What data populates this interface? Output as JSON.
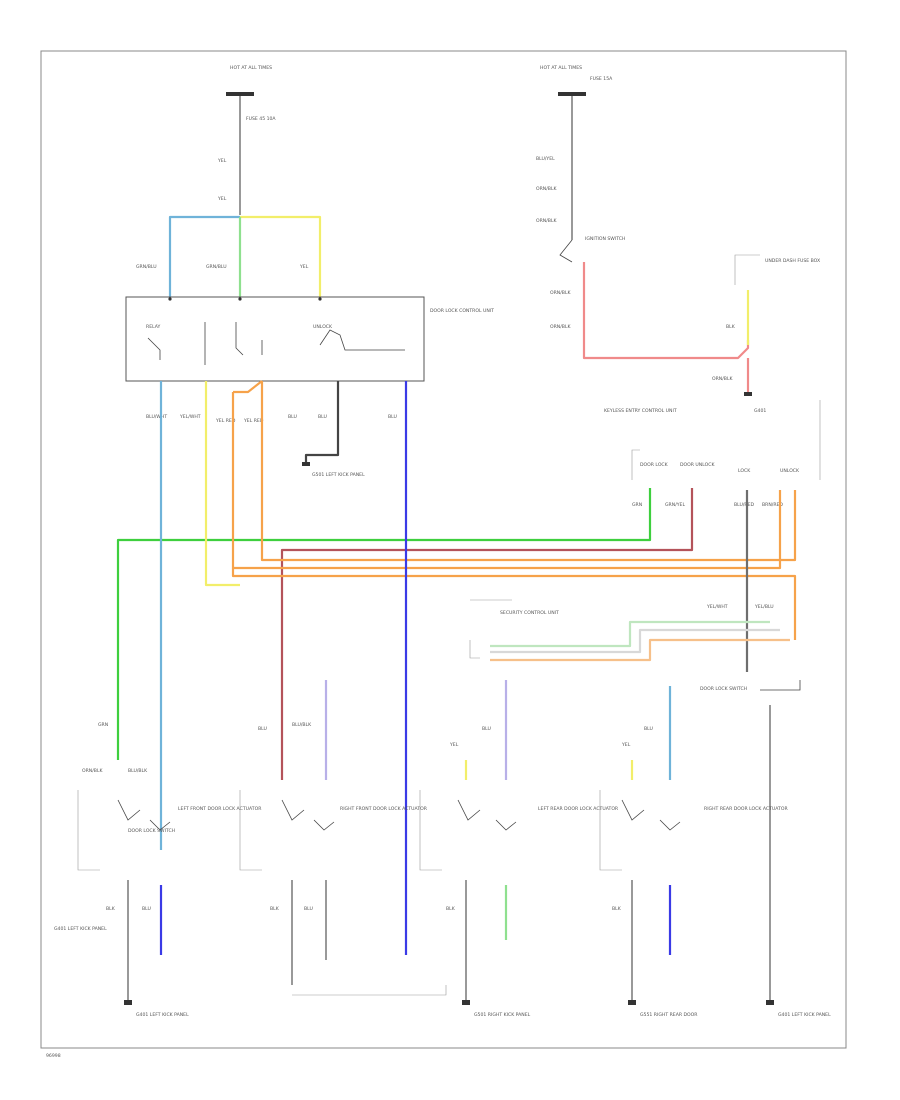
{
  "colors": {
    "blue": "#3a3ae6",
    "light_blue": "#6fb3d9",
    "yellow": "#f2ee6a",
    "green": "#3ecf3e",
    "orange": "#f6a24a",
    "red_brown": "#b4535a",
    "pink": "#f08a8a",
    "black": "#333333",
    "lavender": "#b8b0e8"
  },
  "labels": {
    "hot_left": "HOT AT ALL TIMES",
    "hot_right": "HOT AT ALL TIMES",
    "fuse_left": "FUSE 45 10A",
    "fuse_right": "FUSE 15A",
    "wire_yel_1": "YEL",
    "wire_yel_2": "YEL",
    "wire_grn_l": "GRN/BLU",
    "wire_grn_m": "GRN/BLU",
    "wire_yel_3": "YEL",
    "main_module": "DOOR LOCK CONTROL UNIT",
    "module_relay_l": "RELAY",
    "module_relay_r": "UNLOCK",
    "wire_blu_wht": "BLU/WHT",
    "wire_yel_wht": "YEL/WHT",
    "wire_yel_red": "YEL RED",
    "wire_yel_red2": "YEL RED",
    "wire_blu": "BLU",
    "wire_blu2": "BLU",
    "wire_blu3": "BLU",
    "ground_upper": "G501 LEFT KICK PANEL",
    "ignition_switch": "IGNITION SWITCH",
    "wire_blu_ylw": "BLU/YEL",
    "wire_orn_1": "ORN/BLK",
    "wire_orn_2": "ORN/BLK",
    "wire_orn_3": "ORN/BLK",
    "fuse_box": "UNDER DASH FUSE BOX",
    "wire_blk": "BLK",
    "wire_orn_4": "ORN/BLK",
    "ground_right": "G401",
    "keyless_unit": "KEYLESS ENTRY CONTROL UNIT",
    "term_door_lock": "DOOR LOCK",
    "term_door_unlock": "DOOR UNLOCK",
    "term_lock": "LOCK",
    "term_unlock": "UNLOCK",
    "wire_grn": "GRN",
    "wire_grn_yel": "GRN/YEL",
    "wire_blu_red": "BLU/RED",
    "wire_brn_red": "BRN/RED",
    "wire_yel_wht2": "YEL/WHT",
    "wire_yel_blu": "YEL/BLU",
    "jp_unit": "SECURITY CONTROL UNIT",
    "wire_blu_a": "BLU",
    "wire_blu_b": "BLU",
    "wire_blu_c": "BLU",
    "wire_blu_d": "BLU",
    "relay_bottom": "DOOR LOCK SWITCH",
    "d1_sw": "DOOR LOCK SWITCH",
    "d1_act": "LEFT FRONT DOOR LOCK ACTUATOR",
    "d2_act": "RIGHT FRONT DOOR LOCK ACTUATOR",
    "d3_act": "LEFT REAR DOOR LOCK ACTUATOR",
    "d4_act": "RIGHT REAR DOOR LOCK ACTUATOR",
    "d_grn": "GRN",
    "d_ornblk": "ORN/BLK",
    "d_blublk": "BLU/BLK",
    "d_blk": "BLK",
    "d_blu": "BLU",
    "d_ylw": "YEL",
    "gnd_1": "G401 LEFT KICK PANEL",
    "gnd_2": "G501 RIGHT KICK PANEL",
    "gnd_3": "G551 RIGHT REAR DOOR",
    "gnd_4": "G401 LEFT KICK PANEL",
    "footer": "96998"
  }
}
